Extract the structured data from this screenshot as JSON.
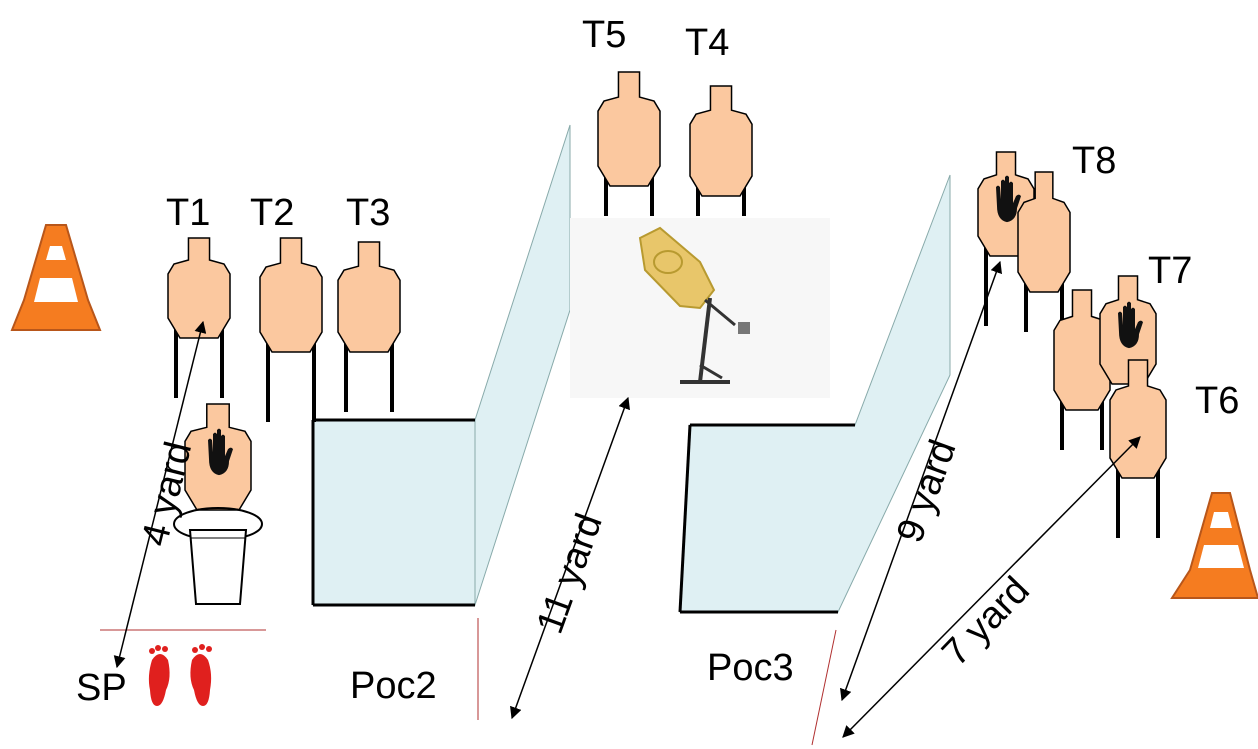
{
  "targets": {
    "t1": "T1",
    "t2": "T2",
    "t3": "T3",
    "t4": "T4",
    "t5": "T5",
    "t6": "T6",
    "t7": "T7",
    "t8": "T8"
  },
  "positions": {
    "start": "SP",
    "poc2": "Poc2",
    "poc3": "Poc3"
  },
  "distances": {
    "d4": "4 yard",
    "d11": "11 yard",
    "d9": "9 yard",
    "d7": "7 yard"
  },
  "colors": {
    "target_fill": "#fbc89f",
    "wall_fill": "#dff0f3",
    "cone_orange": "#f57c20",
    "foot_red": "#e0201e",
    "bucket_fill": "#ffffff",
    "popper_fill": "#e8c66a"
  },
  "icons": {
    "hand": "hand-icon",
    "feet": "feet-icon",
    "cone": "cone-icon"
  }
}
